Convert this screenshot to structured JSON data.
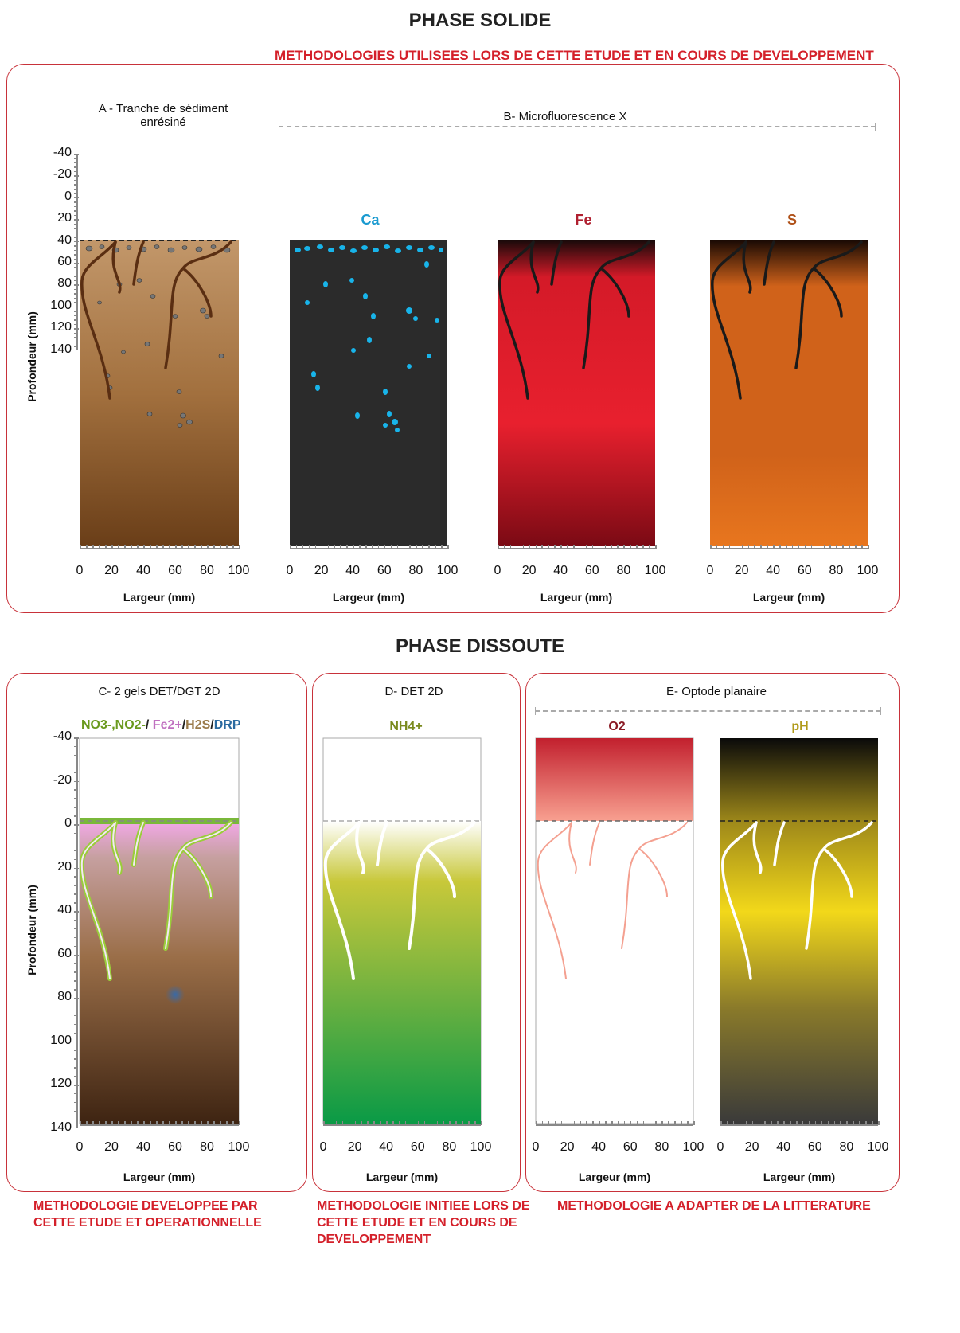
{
  "solid": {
    "title": "PHASE SOLIDE",
    "subtitle": "METHODOLOGIES UTILISEES LORS DE CETTE ETUDE ET EN COURS DE DEVELOPPEMENT",
    "panel_a": "A - Tranche de sédiment enrésiné",
    "panel_b": "B- Microfluorescence X",
    "elements": [
      {
        "label": "Ca",
        "color": "#1a9ad0"
      },
      {
        "label": "Fe",
        "color": "#b02030"
      },
      {
        "label": "S",
        "color": "#b0521a"
      }
    ]
  },
  "dissolved": {
    "title": "PHASE DISSOUTE",
    "panel_c": "C- 2 gels DET/DGT 2D",
    "panel_d": "D- DET 2D",
    "panel_e": "E- Optode planaire",
    "c_species": [
      {
        "label": "NO3-,NO2-",
        "color": "#6a9a1e"
      },
      {
        "label": "/ ",
        "color": "#222222"
      },
      {
        "label": "Fe2+",
        "color": "#c070c0"
      },
      {
        "label": "/",
        "color": "#222222"
      },
      {
        "label": "H2S",
        "color": "#9a7a4a"
      },
      {
        "label": "/",
        "color": "#222222"
      },
      {
        "label": "DRP",
        "color": "#2a6aa0"
      }
    ],
    "d_species": {
      "label": "NH4+",
      "color": "#7a8a1e"
    },
    "e_species": [
      {
        "label": "O2",
        "color": "#8a1a24"
      },
      {
        "label": "pH",
        "color": "#b09a1a"
      }
    ]
  },
  "axes": {
    "ylabel": "Profondeur (mm)",
    "xlabel": "Largeur (mm)",
    "yticks": [
      "-40",
      "-20",
      "0",
      "20",
      "40",
      "60",
      "80",
      "100",
      "120",
      "140"
    ],
    "xticks": [
      "0",
      "20",
      "40",
      "60",
      "80",
      "100"
    ]
  },
  "footers": {
    "c": "METHODOLOGIE DEVELOPPEE PAR CETTE ETUDE ET OPERATIONNELLE",
    "d": "METHODOLOGIE INITIEE LORS DE CETTE ETUDE ET EN COURS DE DEVELOPPEMENT",
    "e": "METHODOLOGIE A ADAPTER DE LA LITTERATURE"
  }
}
